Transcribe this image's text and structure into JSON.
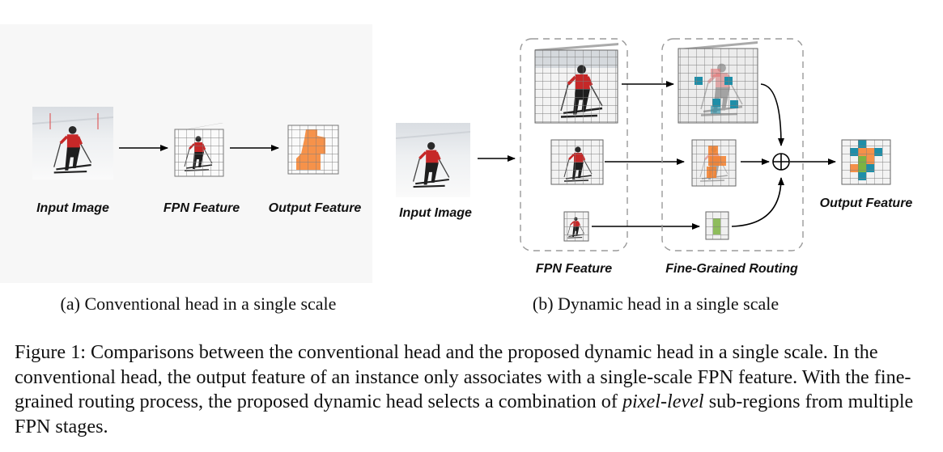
{
  "panel_a": {
    "input_label": "Input Image",
    "fpn_label": "FPN Feature",
    "output_label": "Output Feature",
    "subcaption": "(a) Conventional head in a single scale"
  },
  "panel_b": {
    "input_label": "Input Image",
    "fpn_label": "FPN Feature",
    "routing_label": "Fine-Grained Routing",
    "output_label": "Output Feature",
    "subcaption": "(b) Dynamic head in a single scale"
  },
  "caption": {
    "prefix": "Figure 1: Comparisons between the conventional head and the proposed dynamic head in a single scale. In the conventional head, the output feature of an instance only associates with a single-scale FPN feature. With the fine-grained routing process, the proposed dynamic head selects a combination of ",
    "emph": "pixel-level",
    "suffix": " sub-regions from multiple FPN stages."
  },
  "colors": {
    "orange": "#f47f2a",
    "teal": "#1e8ea8",
    "green": "#7cb342",
    "skier_red": "#c62828",
    "dashed_border": "#9a9a9a"
  }
}
